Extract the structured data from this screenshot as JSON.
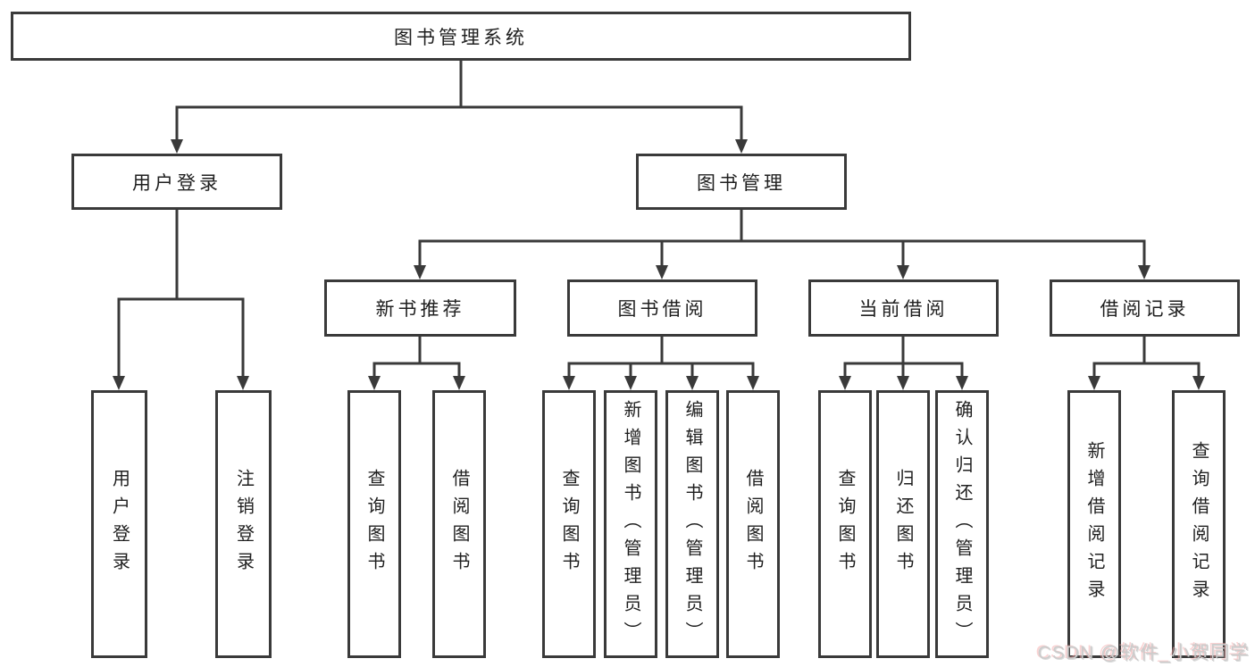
{
  "diagram_title": "图书管理系统",
  "tree": {
    "label": "图书管理系统",
    "children": [
      {
        "label": "用户登录",
        "children": [
          {
            "label": "用户登录"
          },
          {
            "label": "注销登录"
          }
        ]
      },
      {
        "label": "图书管理",
        "children": [
          {
            "label": "新书推荐",
            "children": [
              {
                "label": "查询图书"
              },
              {
                "label": "借阅图书"
              }
            ]
          },
          {
            "label": "图书借阅",
            "children": [
              {
                "label": "查询图书"
              },
              {
                "label": "新增图书（管理员）"
              },
              {
                "label": "编辑图书（管理员）"
              },
              {
                "label": "借阅图书"
              }
            ]
          },
          {
            "label": "当前借阅",
            "children": [
              {
                "label": "查询图书"
              },
              {
                "label": "归还图书"
              },
              {
                "label": "确认归还（管理员）"
              }
            ]
          },
          {
            "label": "借阅记录",
            "children": [
              {
                "label": "新增借阅记录"
              },
              {
                "label": "查询借阅记录"
              }
            ]
          }
        ]
      }
    ]
  },
  "watermark": {
    "text": "CSDN @软件_小贺同学"
  },
  "colors": {
    "line": "#3a3a3a",
    "box_border": "#3a3a3a",
    "text": "#1f1f1f",
    "background": "#ffffff",
    "watermark": "#cccccc"
  }
}
